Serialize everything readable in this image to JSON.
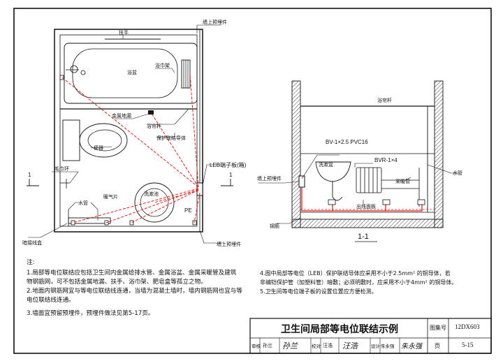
{
  "plan": {
    "labels": {
      "handrail": "扶手",
      "wall_embed_top": "墙上预埋件",
      "bathtub": "浴盆",
      "bath_towel_rack": "浴巾架",
      "metal_floor_drain": "金属地漏",
      "shower_curtain_rod": "浴帘杆",
      "protective_conduit": "保护联结导体",
      "toilet": "便器",
      "leb_box": "LEB端子板(箱)",
      "towel_ring": "毛巾环",
      "water_pipe": "水管",
      "heater": "暖气片",
      "washbasin": "洗漱池",
      "pe": "PE",
      "junction_box": "暗接线盒",
      "wall_embed_bottom": "墙上预埋件",
      "section_mark": "1"
    }
  },
  "section": {
    "labels": {
      "curtain_rod": "浴帘杆",
      "cable_spec": "BV-1×2.5  PVC16",
      "bvr_spec": "BVR-1×4",
      "washbasin": "洗漱盆",
      "heating_pipe": "采暖管",
      "water_pipe": "水管",
      "wall_embed": "墙上预埋件",
      "steel_bar": "钢筋",
      "floor_grille": "出线面板",
      "section_title": "1-1"
    }
  },
  "notes": {
    "heading": "注:",
    "left": [
      "1.局部等电位联结应包括卫生间内金属给排水管、金属浴盆、金属采暖管及建筑",
      "    物钢筋网，可不包括金属地漏、扶手、浴巾架、肥皂盒等孤立之物。",
      "2.地面内钢筋网宜与等电位联结线连通，当墙为混凝土墙时，墙内钢筋网也宜与等",
      "    电位联结线连通。",
      "3.墙面宜预留预埋件，预埋件做法见第5-17页。"
    ],
    "right": [
      "4.图中局部等电位（LEB）保护联结导体应采用不小于2.5mm² 的铜导体，若",
      "    非编铠保护管（加塑料管）暗敷；必须明敷时，应采用不小于4mm² 的铜导体。",
      "5.卫生间等电位端子板的设置位置应方便检测。"
    ]
  },
  "title_block": {
    "title": "卫生间局部等电位联结示例",
    "atlas_label": "图集号",
    "atlas_no": "12DX603",
    "page_label": "页",
    "page_no": "5-15",
    "sig_row": {
      "review_label": "审核",
      "review_name": "孙兰",
      "review_sign": "孙兰",
      "check_label": "校对",
      "check_name": "汪浩",
      "check_sign": "汪浩",
      "design_label": "设计",
      "design_name": "朱永强",
      "design_sign": "朱永强"
    }
  },
  "colors": {
    "conductor": "#e0221d",
    "line": "#111111",
    "hatch": "#555555"
  }
}
